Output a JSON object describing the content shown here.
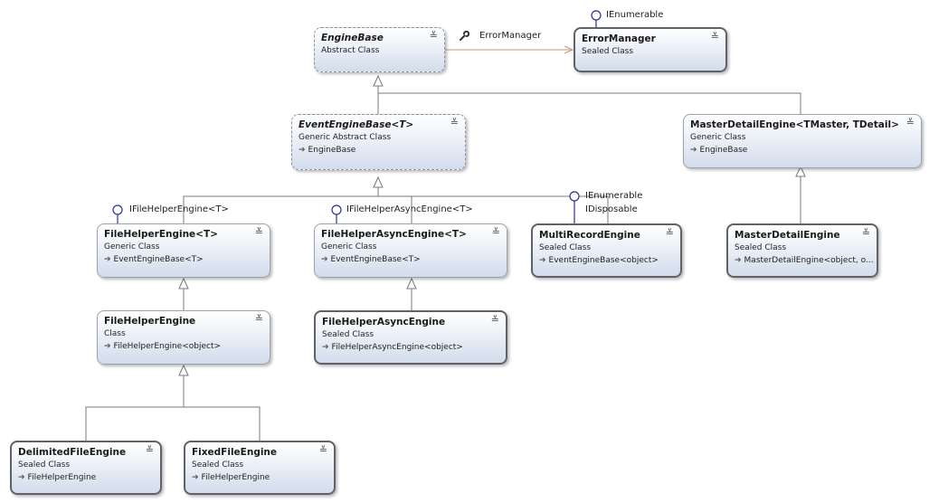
{
  "classes": {
    "engine_base": {
      "name": "EngineBase",
      "kind": "Abstract Class"
    },
    "error_manager": {
      "name": "ErrorManager",
      "kind": "Sealed Class"
    },
    "event_engine_base": {
      "name": "EventEngineBase<T>",
      "kind": "Generic Abstract Class",
      "base": "EngineBase"
    },
    "master_detail_generic": {
      "name": "MasterDetailEngine<TMaster, TDetail>",
      "kind": "Generic Class",
      "base": "EngineBase"
    },
    "filehelper_generic": {
      "name": "FileHelperEngine<T>",
      "kind": "Generic Class",
      "base": "EventEngineBase<T>"
    },
    "filehelper_async_generic": {
      "name": "FileHelperAsyncEngine<T>",
      "kind": "Generic Class",
      "base": "EventEngineBase<T>"
    },
    "multi_record": {
      "name": "MultiRecordEngine",
      "kind": "Sealed Class",
      "base": "EventEngineBase<object>"
    },
    "master_detail": {
      "name": "MasterDetailEngine",
      "kind": "Sealed Class",
      "base": "MasterDetailEngine<object, o..."
    },
    "filehelper": {
      "name": "FileHelperEngine",
      "kind": "Class",
      "base": "FileHelperEngine<object>"
    },
    "filehelper_async": {
      "name": "FileHelperAsyncEngine",
      "kind": "Sealed Class",
      "base": "FileHelperAsyncEngine<object>"
    },
    "delimited": {
      "name": "DelimitedFileEngine",
      "kind": "Sealed Class",
      "base": "FileHelperEngine"
    },
    "fixed": {
      "name": "FixedFileEngine",
      "kind": "Sealed Class",
      "base": "FileHelperEngine"
    }
  },
  "interfaces": {
    "ienumerable_error": "IEnumerable",
    "ifilehelper": "IFileHelperEngine<T>",
    "ifilehelper_async": "IFileHelperAsyncEngine<T>",
    "ienumerable_multi": "IEnumerable",
    "idisposable_multi": "IDisposable"
  },
  "associations": {
    "error_manager_label": "ErrorManager"
  },
  "icons": {
    "expand": "double-chevron-down-icon",
    "inherit": "inheritance-arrow-icon",
    "lollipop": "interface-lollipop-icon",
    "property": "wrench-icon"
  },
  "colors": {
    "box_gradient_top": "#ffffff",
    "box_gradient_bottom": "#d2dcec",
    "association_line": "#c8967a",
    "lollipop": "#2b2f8f",
    "connector": "#7a7a7a"
  }
}
